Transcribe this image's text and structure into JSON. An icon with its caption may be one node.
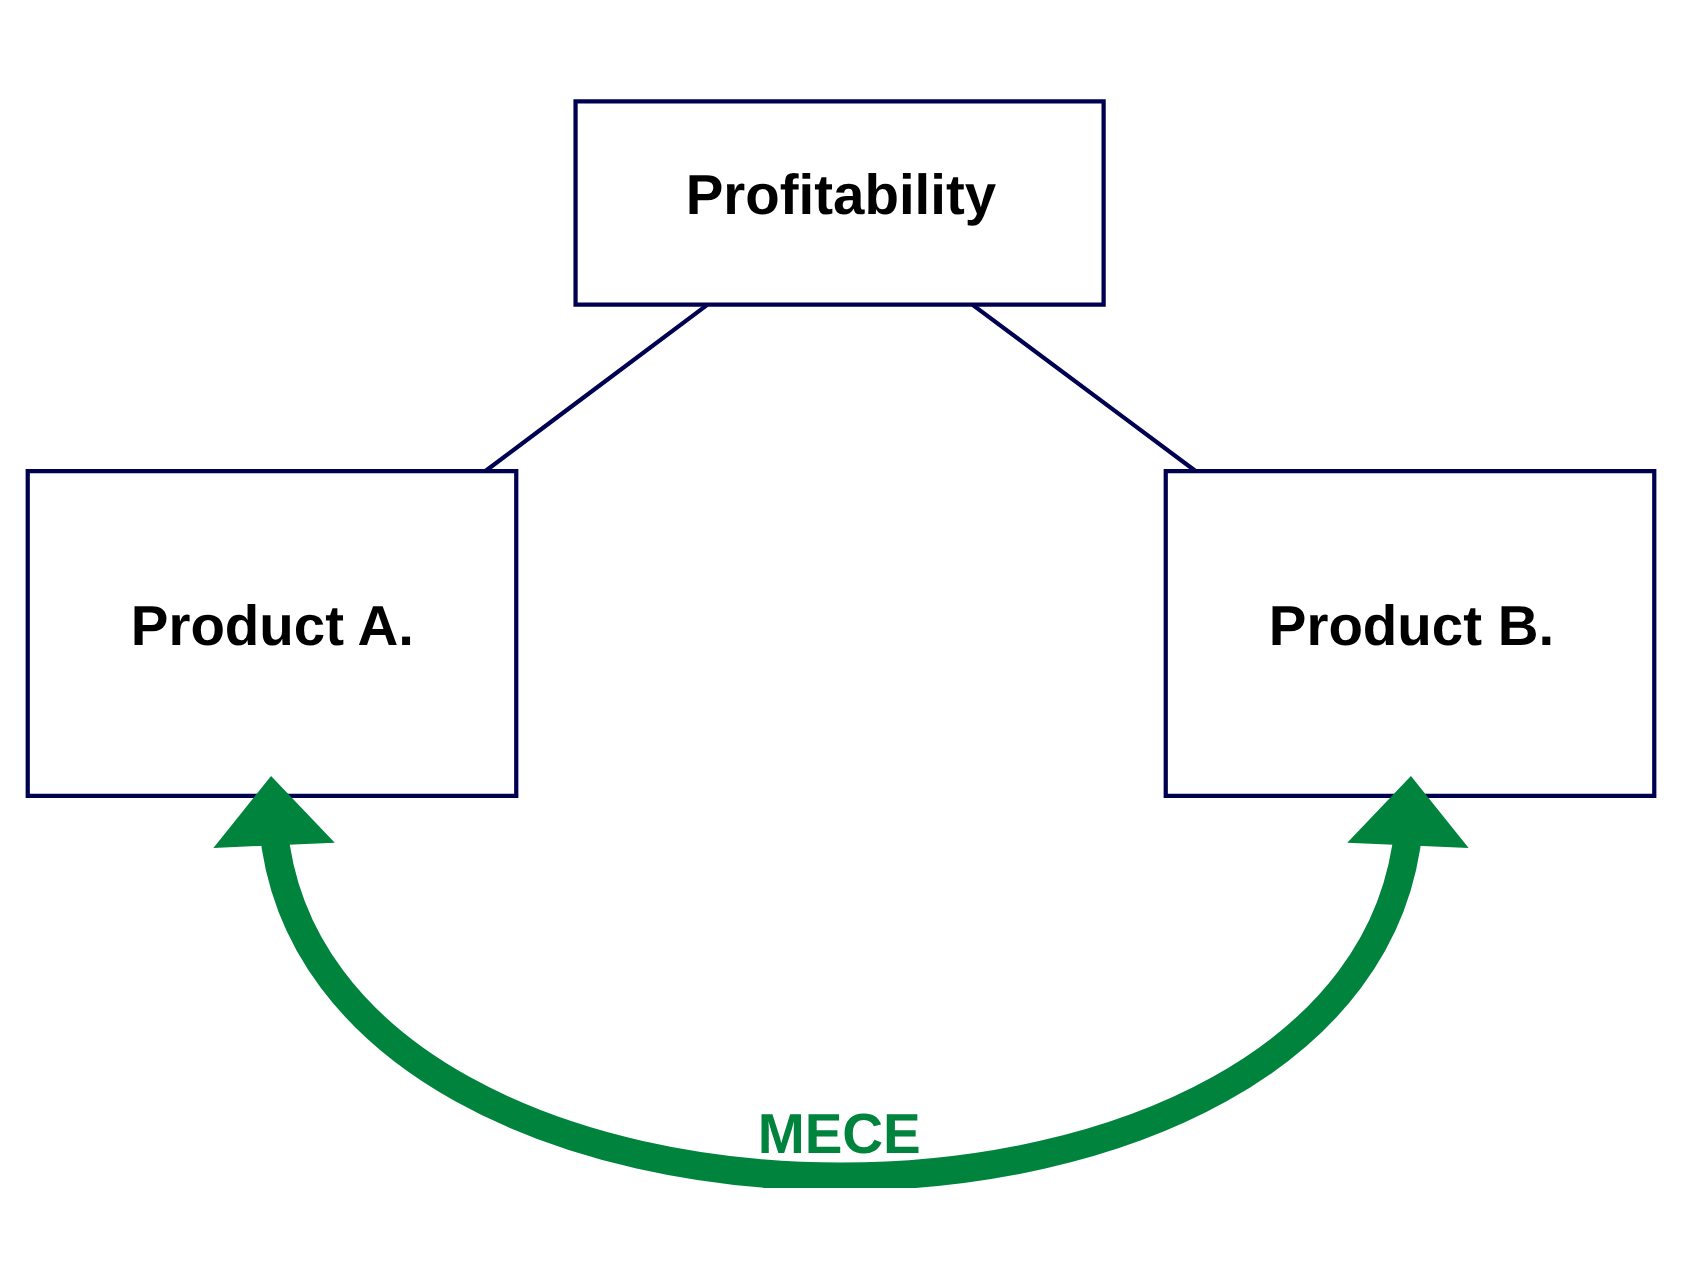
{
  "diagram": {
    "nodes": [
      {
        "text": [
          "Profitability"
        ]
      },
      {
        "text": [
          "Product A."
        ]
      },
      {
        "text": [
          "Product B."
        ]
      }
    ],
    "edges": [
      {
        "from": 0,
        "to": 1,
        "arrow": "none"
      },
      {
        "from": 0,
        "to": 2,
        "arrow": "none"
      },
      {
        "from": 1,
        "to": 2,
        "arrow": "both",
        "label": "MECE",
        "style": "thick",
        "color": "#00843d"
      }
    ]
  }
}
